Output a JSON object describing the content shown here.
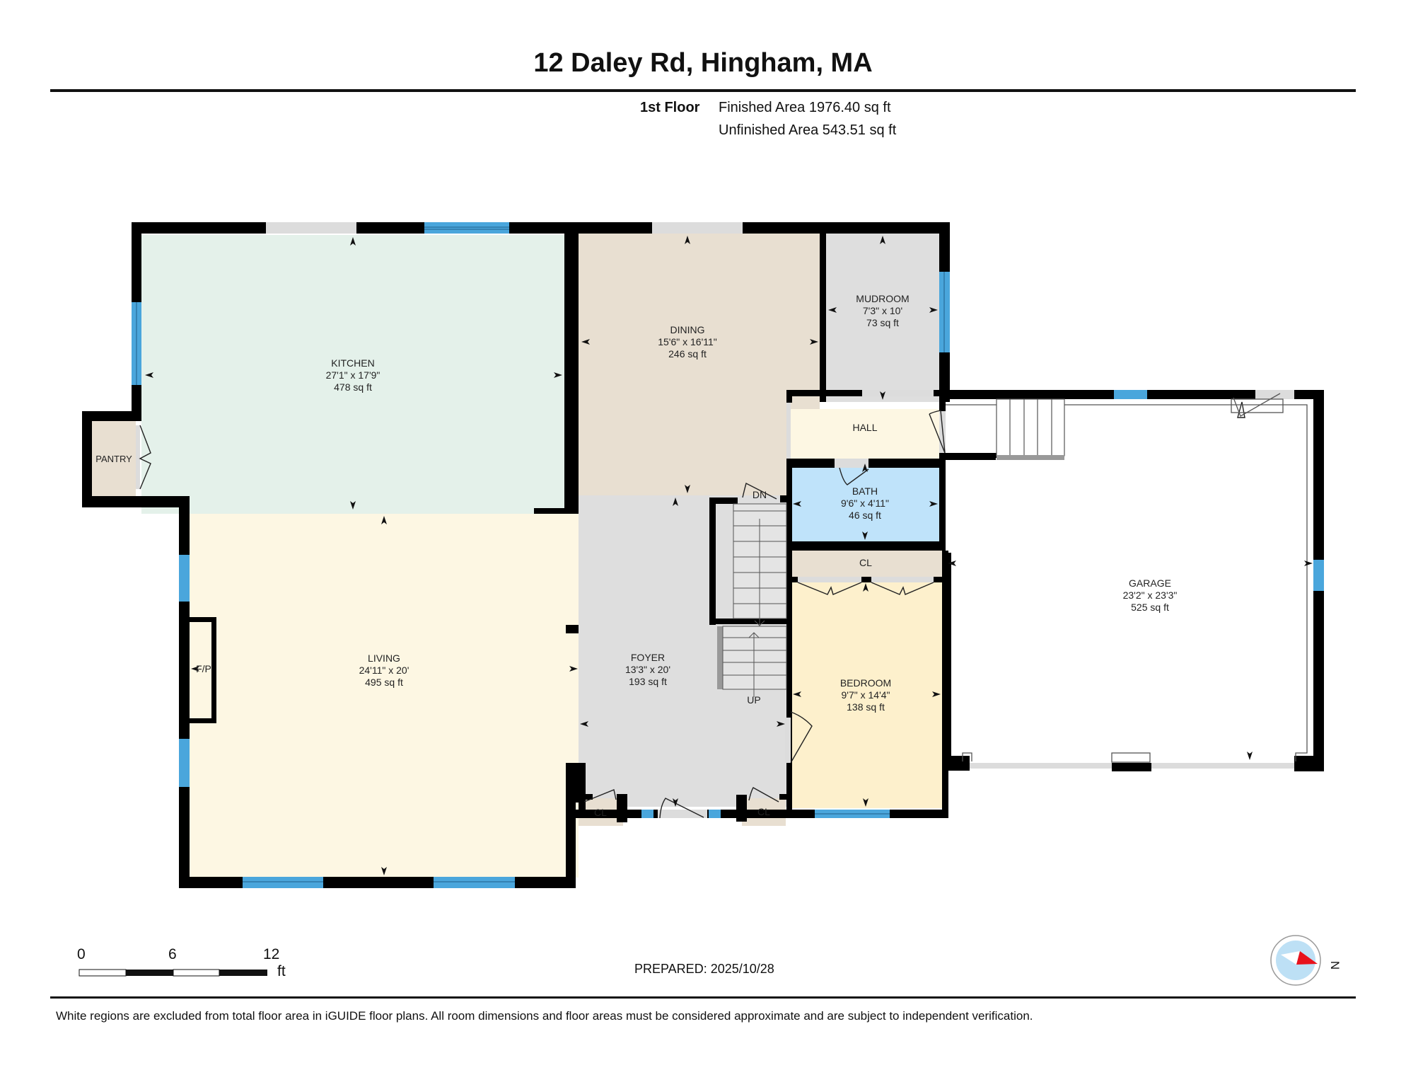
{
  "header": {
    "title": "12 Daley Rd, Hingham, MA",
    "floor": "1st Floor",
    "finished_area": "Finished Area 1976.40 sq ft",
    "unfinished_area": "Unfinished Area 543.51 sq ft"
  },
  "rooms": {
    "kitchen": {
      "name": "KITCHEN",
      "dims": "27'1\" x 17'9\"",
      "area": "478 sq ft",
      "color": "#e4f1ea"
    },
    "dining": {
      "name": "DINING",
      "dims": "15'6\" x 16'11\"",
      "area": "246 sq ft",
      "color": "#e8dfd1"
    },
    "mudroom": {
      "name": "MUDROOM",
      "dims": "7'3\" x 10'",
      "area": "73 sq ft",
      "color": "#dedede"
    },
    "hall": {
      "name": "HALL",
      "color": "#fdf7e3"
    },
    "bath": {
      "name": "BATH",
      "dims": "9'6\" x 4'11\"",
      "area": "46 sq ft",
      "color": "#bfe3fa"
    },
    "closet_bedroom": {
      "name": "CL",
      "color": "#e8dfd1"
    },
    "pantry": {
      "name": "PANTRY",
      "color": "#e8dfd1"
    },
    "living": {
      "name": "LIVING",
      "dims": "24'11\" x 20'",
      "area": "495 sq ft",
      "color": "#fdf7e3"
    },
    "fireplace": {
      "name": "F/P"
    },
    "foyer": {
      "name": "FOYER",
      "dims": "13'3\" x 20'",
      "area": "193 sq ft",
      "color": "#dedede"
    },
    "closet_foyer_left": {
      "name": "CL"
    },
    "closet_foyer_right": {
      "name": "CL"
    },
    "bedroom": {
      "name": "BEDROOM",
      "dims": "9'7\" x 14'4\"",
      "area": "138 sq ft",
      "color": "#fdf0cc"
    },
    "garage": {
      "name": "GARAGE",
      "dims": "23'2\" x 23'3\"",
      "area": "525 sq ft",
      "color": "#ffffff"
    }
  },
  "stairs": {
    "down_label": "DN",
    "up_label": "UP"
  },
  "colors": {
    "wall": "#000000",
    "window": "#4aa6dc",
    "door_opening": "#dcdcdc"
  },
  "scale_bar": {
    "labels": [
      "0",
      "6",
      "12"
    ],
    "unit": "ft"
  },
  "prepared": "PREPARED: 2025/10/28",
  "compass": {
    "label": "N",
    "needle_color": "#e8121c",
    "face_color": "#bde0f5"
  },
  "footer": {
    "disclaimer": "White regions are excluded from total floor area in iGUIDE floor plans. All room dimensions and floor areas must be considered approximate and are subject to independent verification."
  }
}
